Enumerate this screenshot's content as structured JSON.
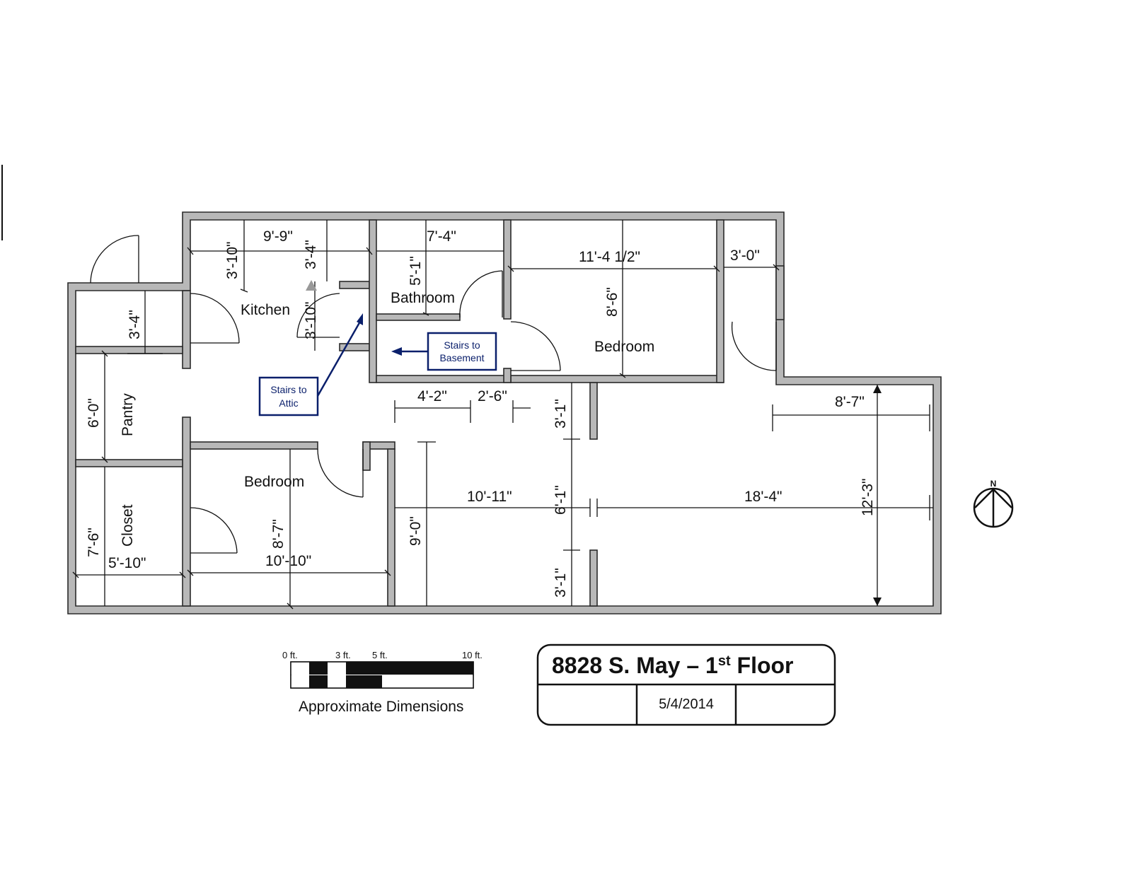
{
  "rooms": {
    "kitchen": "Kitchen",
    "bathroom": "Bathroom",
    "bedroom_top": "Bedroom",
    "bedroom_bottom": "Bedroom",
    "pantry": "Pantry",
    "closet": "Closet"
  },
  "notes": {
    "stairs_attic_1": "Stairs to",
    "stairs_attic_2": "Attic",
    "stairs_basement_1": "Stairs to",
    "stairs_basement_2": "Basement"
  },
  "dimensions": {
    "kitchen_width": "9'-9\"",
    "kitchen_upper": "3'-10\"",
    "stair_upper": "3'-4\"",
    "stair_lower": "3'-10\"",
    "bath_width": "7'-4\"",
    "bath_depth": "5'-1\"",
    "bed_top_width": "11'-4 1/2\"",
    "bed_top_depth": "8'-6\"",
    "closet_top_width": "3'-0\"",
    "entry_closet": "3'-4\"",
    "pantry_depth": "6'-0\"",
    "hall_a": "4'-2\"",
    "hall_b": "2'-6\"",
    "living_width_right": "8'-7\"",
    "living_depth": "12'-3\"",
    "opening_top": "3'-1\"",
    "opening_mid": "6'-1\"",
    "opening_bot": "3'-1\"",
    "dining_width": "10'-11\"",
    "living_width": "18'-4\"",
    "dining_depth": "9'-0\"",
    "bed_bot_depth": "8'-7\"",
    "bed_bot_width": "10'-10\"",
    "closet_depth": "7'-6\"",
    "closet_width": "5'-10\""
  },
  "scale": {
    "labels": [
      "0 ft.",
      "3 ft.",
      "5 ft.",
      "10 ft."
    ],
    "caption": "Approximate Dimensions"
  },
  "title_block": {
    "title_main": "8828 S. May – 1",
    "title_sup": "st",
    "title_end": " Floor",
    "date": "5/4/2014"
  },
  "compass": {
    "north_label": "N"
  }
}
